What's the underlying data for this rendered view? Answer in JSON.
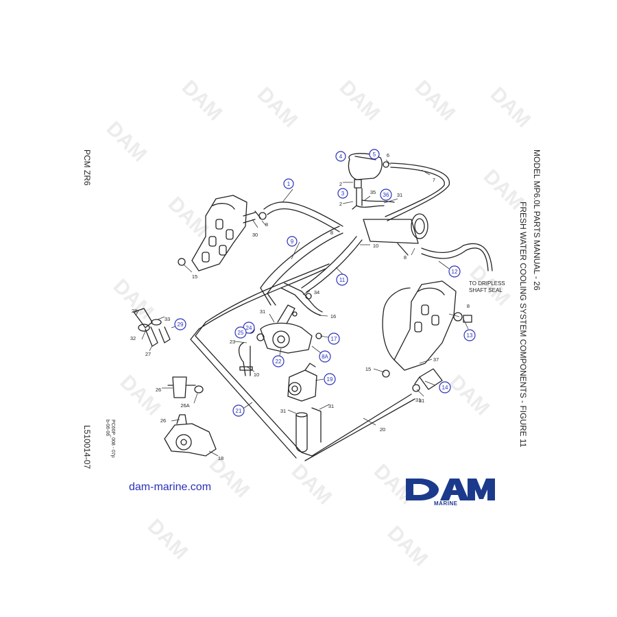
{
  "header": {
    "left_title": "PCM ZR6",
    "right_title": "MODEL MP6.0L PARTS MANUAL - 26",
    "figure_title": "FRESH WATER COOLING SYSTEM COMPONENTS - FIGURE 11",
    "drawing_number": "L510014-07",
    "drawing_code_line1": "PC60P_008 - 07p",
    "drawing_code_line2": "b-06-06"
  },
  "annotation": {
    "line1": "TO DRIPLESS",
    "line2": "SHAFT SEAL"
  },
  "circled_callouts": [
    "1",
    "3",
    "4",
    "5",
    "9",
    "11",
    "12",
    "13",
    "14",
    "17",
    "19",
    "21",
    "22",
    "24",
    "25",
    "29",
    "36",
    "8A"
  ],
  "plain_callouts": [
    "2",
    "2",
    "6",
    "7",
    "8",
    "8",
    "8",
    "8",
    "10",
    "10",
    "15",
    "15",
    "16",
    "18",
    "20",
    "23",
    "26",
    "26",
    "26A",
    "27",
    "28",
    "30",
    "31",
    "31",
    "31",
    "31",
    "31",
    "31",
    "32",
    "33",
    "34",
    "35",
    "37"
  ],
  "footer": {
    "website": "dam-marine.com",
    "logo_text": "DAM",
    "logo_subtext": "MARINE"
  },
  "watermark": "DAM",
  "colors": {
    "callout_circle": "#2a2fb8",
    "logo": "#1b3a8c",
    "link": "#2a2fb8",
    "line": "#222222"
  }
}
